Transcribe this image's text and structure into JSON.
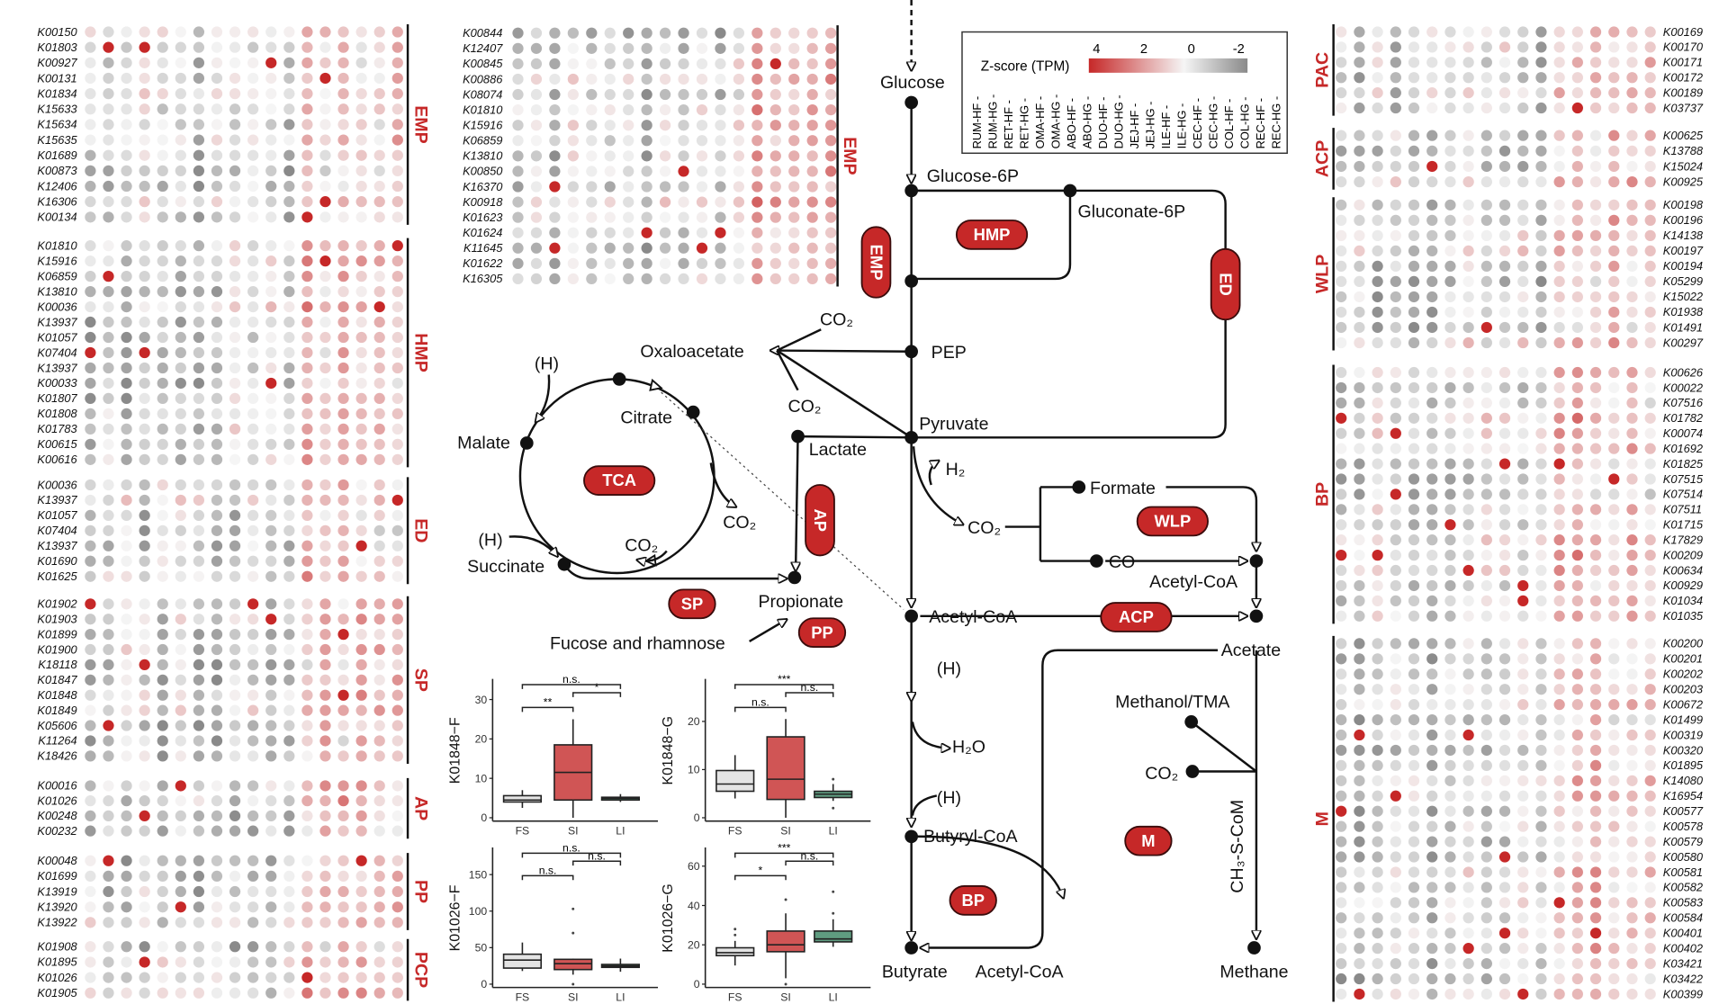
{
  "legend": {
    "title": "Z-score (TPM)",
    "ticks": [
      "4",
      "2",
      "0",
      "-2"
    ],
    "colors": {
      "high": "#c62828",
      "mid": "#f5f5f5",
      "low": "#8a8a8a"
    },
    "columns": [
      "RUM-HF",
      "RUM-HG",
      "RET-HF",
      "RET-HG",
      "OMA-HF",
      "OMA-HG",
      "ABO-HF",
      "ABO-HG",
      "DUO-HF",
      "DUO-HG",
      "JEJ-HF",
      "JEJ-HG",
      "ILE-HF",
      "ILE-HG",
      "CEC-HF",
      "CEC-HG",
      "COL-HF",
      "COL-HG",
      "REC-HF",
      "REC-HG"
    ]
  },
  "heatmap_left": [
    {
      "group": "EMP",
      "rows": [
        "K00150",
        "K01803",
        "K00927",
        "K00131",
        "K01834",
        "K15633",
        "K15634",
        "K15635",
        "K01689",
        "K00873",
        "K12406",
        "K16306",
        "K00134"
      ]
    },
    {
      "group": "HMP",
      "rows": [
        "K01810",
        "K15916",
        "K06859",
        "K13810",
        "K00036",
        "K13937",
        "K01057",
        "K07404",
        "K13937",
        "K00033",
        "K01807",
        "K01808",
        "K01783",
        "K00615",
        "K00616"
      ]
    },
    {
      "group": "ED",
      "rows": [
        "K00036",
        "K13937",
        "K01057",
        "K07404",
        "K13937",
        "K01690",
        "K01625"
      ]
    },
    {
      "group": "SP",
      "rows": [
        "K01902",
        "K01903",
        "K01899",
        "K01900",
        "K18118",
        "K01847",
        "K01848",
        "K01849",
        "K05606",
        "K11264",
        "K18426"
      ]
    },
    {
      "group": "AP",
      "rows": [
        "K00016",
        "K01026",
        "K00248",
        "K00232"
      ]
    },
    {
      "group": "PP",
      "rows": [
        "K00048",
        "K01699",
        "K13919",
        "K13920",
        "K13922"
      ]
    },
    {
      "group": "PCP",
      "rows": [
        "K01908",
        "K01895",
        "K01026",
        "K01905"
      ]
    }
  ],
  "heatmap_middle": [
    {
      "group": "EMP",
      "rows": [
        "K00844",
        "K12407",
        "K00845",
        "K00886",
        "K08074",
        "K01810",
        "K15916",
        "K06859",
        "K13810",
        "K00850",
        "K16370",
        "K00918",
        "K01623",
        "K01624",
        "K11645",
        "K01622",
        "K16305"
      ]
    }
  ],
  "heatmap_right": [
    {
      "group": "PAC",
      "rows": [
        "K00169",
        "K00170",
        "K00171",
        "K00172",
        "K00189",
        "K03737"
      ]
    },
    {
      "group": "ACP",
      "rows": [
        "K00625",
        "K13788",
        "K15024",
        "K00925"
      ]
    },
    {
      "group": "WLP",
      "rows": [
        "K00198",
        "K00196",
        "K14138",
        "K00197",
        "K00194",
        "K05299",
        "K15022",
        "K01938",
        "K01491",
        "K00297"
      ]
    },
    {
      "group": "BP",
      "rows": [
        "K00626",
        "K00022",
        "K07516",
        "K01782",
        "K00074",
        "K01692",
        "K01825",
        "K07515",
        "K07514",
        "K07511",
        "K01715",
        "K17829",
        "K00209",
        "K00634",
        "K00929",
        "K01034",
        "K01035"
      ]
    },
    {
      "group": "M",
      "rows": [
        "K00200",
        "K00201",
        "K00202",
        "K00203",
        "K00672",
        "K01499",
        "K00319",
        "K00320",
        "K01895",
        "K14080",
        "K16954",
        "K00577",
        "K00578",
        "K00579",
        "K00580",
        "K00581",
        "K00582",
        "K00583",
        "K00584",
        "K00401",
        "K00402",
        "K03421",
        "K03422",
        "K00399"
      ]
    }
  ],
  "pathway": {
    "glucose": "Glucose",
    "glucose6p": "Glucose-6P",
    "gluconate6p": "Gluconate-6P",
    "pep": "PEP",
    "oxaloacetate": "Oxaloacetate",
    "pyruvate": "Pyruvate",
    "lactate": "Lactate",
    "citrate": "Citrate",
    "malate": "Malate",
    "succinate": "Succinate",
    "propionate": "Propionate",
    "fucose": "Fucose and rhamnose",
    "h_tca1": "(H)",
    "h_tca2": "(H)",
    "co2_a": "CO₂",
    "co2_b": "CO₂",
    "co2_c": "CO₂",
    "co2_d": "CO₂",
    "co2_e": "CO₂",
    "co2_f": "CO₂",
    "h2": "H₂",
    "formate": "Formate",
    "co": "CO",
    "acetylcoa_wlp": "Acetyl-CoA",
    "acetylcoa": "Acetyl-CoA",
    "acetate": "Acetate",
    "h_bp1": "(H)",
    "h_bp2": "(H)",
    "h2o": "H₂O",
    "butyrylcoa": "Butyryl-CoA",
    "butyrate": "Butyrate",
    "acetylcoa_bottom": "Acetyl-CoA",
    "methanol": "Methanol/TMA",
    "ch3scom": "CH₃-S-CoM",
    "methane": "Methane",
    "pills": {
      "emp": "EMP",
      "hmp": "HMP",
      "ed": "ED",
      "tca": "TCA",
      "ap": "AP",
      "sp": "SP",
      "pp": "PP",
      "wlp": "WLP",
      "acp": "ACP",
      "bp": "BP",
      "m": "M"
    }
  },
  "chart_data": [
    {
      "type": "box",
      "title": "",
      "ylabel": "K01848−F",
      "categories": [
        "FS",
        "SI",
        "LI"
      ],
      "ylim": [
        0,
        33
      ],
      "yticks": [
        "0",
        "10",
        "20",
        "30"
      ],
      "ytickvals": [
        0,
        10,
        20,
        30
      ],
      "boxes": [
        {
          "q1": 4,
          "median": 4.5,
          "q3": 5.6,
          "lo": 2.5,
          "hi": 7,
          "outliers": []
        },
        {
          "q1": 4.5,
          "median": 11.5,
          "q3": 18.5,
          "lo": 0,
          "hi": 25,
          "outliers": []
        },
        {
          "q1": 4.5,
          "median": 4.9,
          "q3": 5.2,
          "lo": 4,
          "hi": 6,
          "outliers": []
        }
      ],
      "comparisons": [
        {
          "pair": [
            "FS",
            "SI"
          ],
          "label": "**"
        },
        {
          "pair": [
            "SI",
            "LI"
          ],
          "label": "*"
        },
        {
          "pair": [
            "FS",
            "LI"
          ],
          "label": "n.s."
        }
      ]
    },
    {
      "type": "box",
      "title": "",
      "ylabel": "K01848−G",
      "categories": [
        "FS",
        "SI",
        "LI"
      ],
      "ylim": [
        0,
        27
      ],
      "yticks": [
        "0",
        "10",
        "20"
      ],
      "ytickvals": [
        0,
        10,
        20
      ],
      "boxes": [
        {
          "q1": 5.5,
          "median": 7,
          "q3": 9.8,
          "lo": 4,
          "hi": 13,
          "outliers": []
        },
        {
          "q1": 3.8,
          "median": 8,
          "q3": 16.8,
          "lo": 0,
          "hi": 20.5,
          "outliers": []
        },
        {
          "q1": 4.2,
          "median": 4.9,
          "q3": 5.5,
          "lo": 3.5,
          "hi": 7,
          "outliers": [
            8,
            2
          ]
        }
      ],
      "comparisons": [
        {
          "pair": [
            "FS",
            "SI"
          ],
          "label": "n.s."
        },
        {
          "pair": [
            "SI",
            "LI"
          ],
          "label": "n.s."
        },
        {
          "pair": [
            "FS",
            "LI"
          ],
          "label": "***"
        }
      ]
    },
    {
      "type": "box",
      "title": "",
      "ylabel": "K01026−F",
      "categories": [
        "FS",
        "SI",
        "LI"
      ],
      "ylim": [
        0,
        175
      ],
      "yticks": [
        "0",
        "50",
        "100",
        "150"
      ],
      "ytickvals": [
        0,
        50,
        100,
        150
      ],
      "boxes": [
        {
          "q1": 22,
          "median": 33,
          "q3": 41,
          "lo": 18,
          "hi": 57,
          "outliers": []
        },
        {
          "q1": 20,
          "median": 28,
          "q3": 34,
          "lo": 13,
          "hi": 35,
          "outliers": [
            103,
            70,
            0
          ]
        },
        {
          "q1": 23,
          "median": 25,
          "q3": 27,
          "lo": 17,
          "hi": 35,
          "outliers": []
        }
      ],
      "comparisons": [
        {
          "pair": [
            "FS",
            "SI"
          ],
          "label": "n.s."
        },
        {
          "pair": [
            "SI",
            "LI"
          ],
          "label": "n.s."
        },
        {
          "pair": [
            "FS",
            "LI"
          ],
          "label": "n.s."
        }
      ]
    },
    {
      "type": "box",
      "title": "",
      "ylabel": "K01026−G",
      "categories": [
        "FS",
        "SI",
        "LI"
      ],
      "ylim": [
        0,
        65
      ],
      "yticks": [
        "0",
        "20",
        "40",
        "60"
      ],
      "ytickvals": [
        0,
        20,
        40,
        60
      ],
      "boxes": [
        {
          "q1": 14.5,
          "median": 16,
          "q3": 18.5,
          "lo": 9.5,
          "hi": 22,
          "outliers": [
            28,
            25
          ]
        },
        {
          "q1": 16.5,
          "median": 20,
          "q3": 27,
          "lo": 3,
          "hi": 36,
          "outliers": [
            43,
            0
          ]
        },
        {
          "q1": 21.5,
          "median": 23,
          "q3": 27,
          "lo": 19,
          "hi": 33,
          "outliers": [
            47,
            36
          ]
        }
      ],
      "comparisons": [
        {
          "pair": [
            "FS",
            "SI"
          ],
          "label": "*"
        },
        {
          "pair": [
            "SI",
            "LI"
          ],
          "label": "n.s."
        },
        {
          "pair": [
            "FS",
            "LI"
          ],
          "label": "***"
        }
      ]
    }
  ],
  "box_colors": {
    "FS": "#e4e4e4",
    "SI": "#d05555",
    "LI": "#5f9c80"
  }
}
